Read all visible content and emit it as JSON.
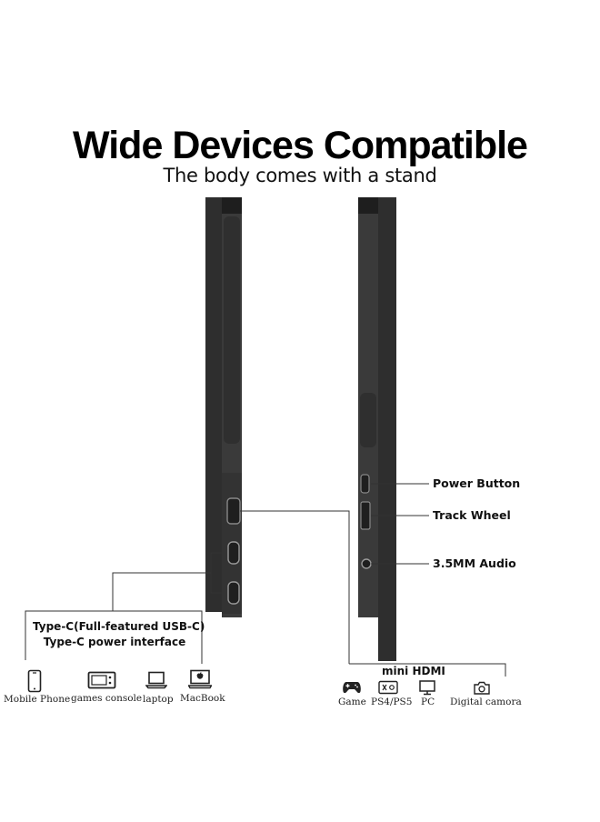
{
  "header": {
    "title": "Wide Devices Compatible",
    "subtitle": "The body comes with a stand"
  },
  "right_ports": {
    "power_button": "Power Button",
    "track_wheel": "Track Wheel",
    "audio": "3.5MM Audio",
    "mini_hdmi": "mini HDMI"
  },
  "left_ports": {
    "typec_line1": "Type-C(Full-featured USB-C)",
    "typec_line2": "Type-C power interface"
  },
  "left_devices": [
    {
      "label": "Mobile Phone",
      "icon": "mobile-phone-icon"
    },
    {
      "label": "games console",
      "icon": "games-console-icon"
    },
    {
      "label": "laptop",
      "icon": "laptop-icon"
    },
    {
      "label": "MacBook",
      "icon": "macbook-icon"
    }
  ],
  "right_devices": [
    {
      "label": "Game",
      "icon": "gamepad-icon"
    },
    {
      "label": "PS4/PS5",
      "icon": "ps-console-icon"
    },
    {
      "label": "PC",
      "icon": "monitor-icon"
    },
    {
      "label": "Digital camora",
      "icon": "camera-icon"
    }
  ],
  "colors": {
    "device_body": "#2c2c2c",
    "device_edge": "#1a1a1a",
    "line": "#333333",
    "text": "#111111"
  }
}
